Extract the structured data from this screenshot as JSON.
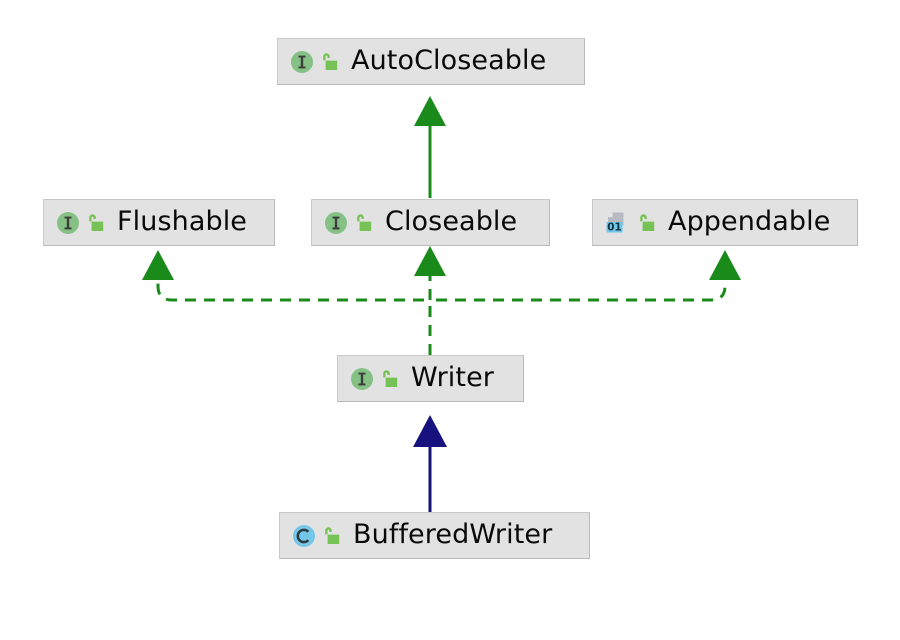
{
  "diagram": {
    "title": "BufferedWriter type hierarchy",
    "background": "#ffffff",
    "node_fill": "#e2e2e2",
    "node_border": "#c9c9c9",
    "colors": {
      "interface_green": "#85c185",
      "class_blue": "#74c7e8",
      "lock_green": "#77c257",
      "realization_arrow": "#1a8a1a",
      "generalization_arrow": "#17127e",
      "file_badge_blue": "#6ec6ea",
      "glyph_dark": "#3c3c3c"
    },
    "nodes": [
      {
        "id": "autocloseable",
        "label": "AutoCloseable",
        "kind": "interface",
        "icon": "interface-i-icon",
        "visibility_icon": "unlocked-padlock-icon",
        "visibility": "public"
      },
      {
        "id": "flushable",
        "label": "Flushable",
        "kind": "interface",
        "icon": "interface-i-icon",
        "visibility_icon": "unlocked-padlock-icon",
        "visibility": "public"
      },
      {
        "id": "closeable",
        "label": "Closeable",
        "kind": "interface",
        "icon": "interface-i-icon",
        "visibility_icon": "unlocked-padlock-icon",
        "visibility": "public"
      },
      {
        "id": "appendable",
        "label": "Appendable",
        "kind": "binary-type",
        "icon": "binary-file-01-icon",
        "badge_text": "01",
        "visibility_icon": "unlocked-padlock-icon",
        "visibility": "public"
      },
      {
        "id": "writer",
        "label": "Writer",
        "kind": "interface",
        "icon": "interface-i-icon",
        "visibility_icon": "unlocked-padlock-icon",
        "visibility": "public"
      },
      {
        "id": "bufferedwriter",
        "label": "BufferedWriter",
        "kind": "class",
        "icon": "class-c-icon",
        "visibility_icon": "unlocked-padlock-icon",
        "visibility": "public"
      }
    ],
    "edges": [
      {
        "from": "closeable",
        "to": "autocloseable",
        "style": "solid",
        "color": "#1a8a1a",
        "arrow": "filled-triangle",
        "relation": "extends"
      },
      {
        "from": "writer",
        "to": "flushable",
        "style": "dashed",
        "color": "#1a8a1a",
        "arrow": "filled-triangle",
        "relation": "implements"
      },
      {
        "from": "writer",
        "to": "closeable",
        "style": "dashed",
        "color": "#1a8a1a",
        "arrow": "filled-triangle",
        "relation": "implements"
      },
      {
        "from": "writer",
        "to": "appendable",
        "style": "dashed",
        "color": "#1a8a1a",
        "arrow": "filled-triangle",
        "relation": "implements"
      },
      {
        "from": "bufferedwriter",
        "to": "writer",
        "style": "solid",
        "color": "#17127e",
        "arrow": "filled-triangle",
        "relation": "extends"
      }
    ],
    "glyphs": {
      "interface_letter": "I",
      "class_letter": "C"
    }
  }
}
